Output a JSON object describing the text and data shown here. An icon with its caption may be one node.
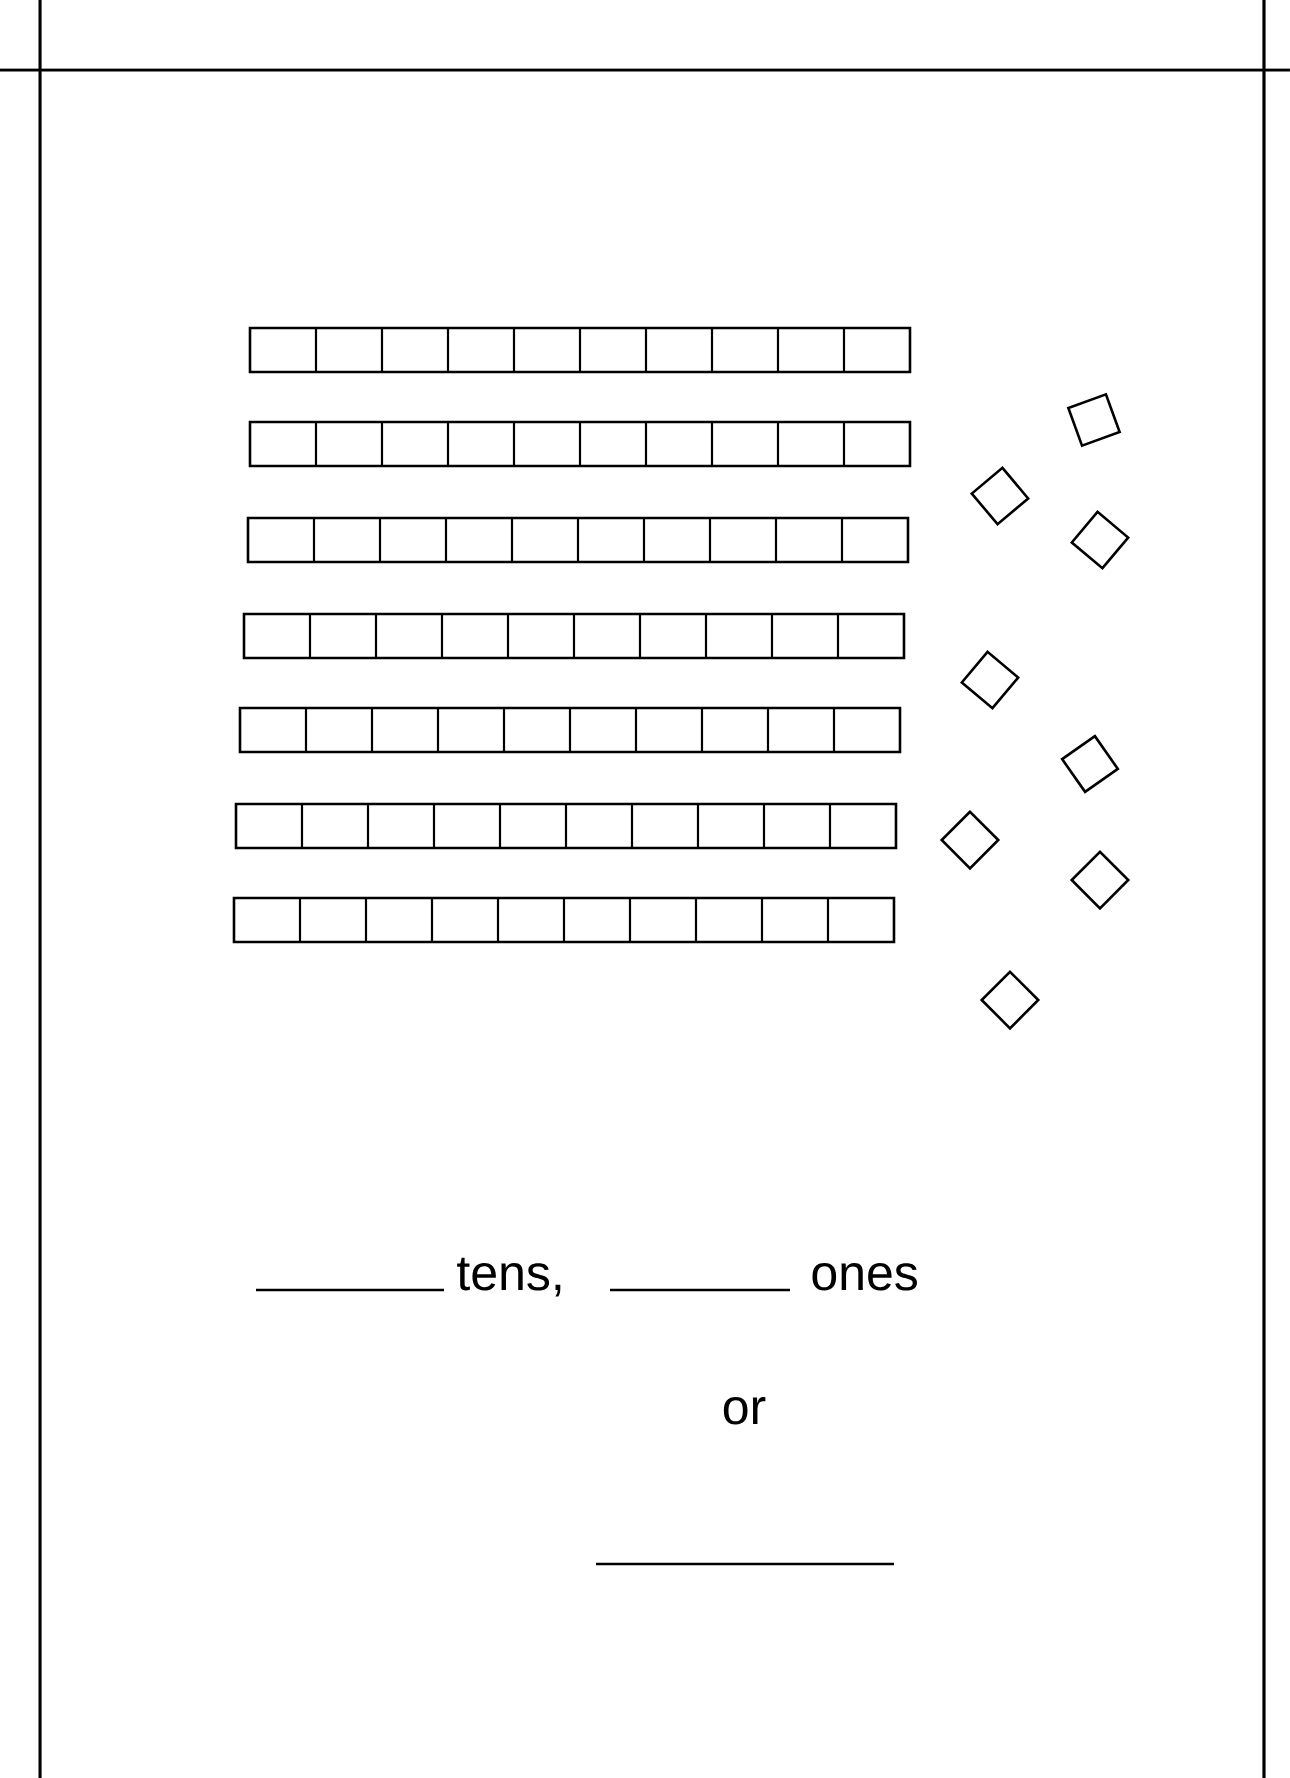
{
  "diagram": {
    "labels": [
      "tens,",
      "ones",
      "or"
    ]
  }
}
